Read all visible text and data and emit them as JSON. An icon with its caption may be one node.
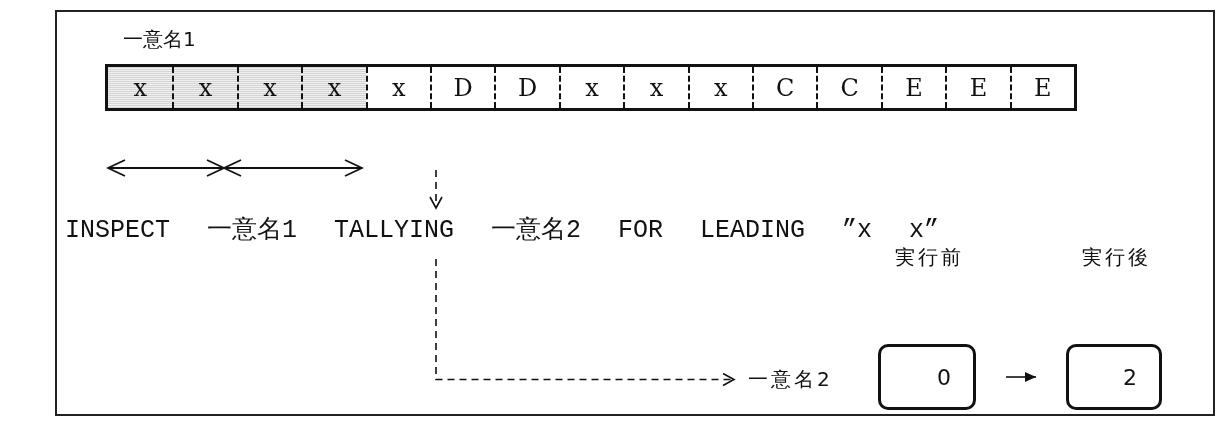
{
  "diagram": {
    "nodes": [
      {
        "text": [
          "一意名1"
        ]
      },
      {
        "text": [
          "x"
        ],
        "in": 0
      },
      {
        "text": [
          "x"
        ],
        "in": 0
      },
      {
        "text": [
          "x"
        ],
        "in": 0
      },
      {
        "text": [
          "x"
        ],
        "in": 0
      },
      {
        "text": [
          "x"
        ],
        "in": 0
      },
      {
        "text": [
          "D"
        ],
        "in": 0
      },
      {
        "text": [
          "D"
        ],
        "in": 0
      },
      {
        "text": [
          "x"
        ],
        "in": 0
      },
      {
        "text": [
          "x"
        ],
        "in": 0
      },
      {
        "text": [
          "x"
        ],
        "in": 0
      },
      {
        "text": [
          "C"
        ],
        "in": 0
      },
      {
        "text": [
          "C"
        ],
        "in": 0
      },
      {
        "text": [
          "E"
        ],
        "in": 0
      },
      {
        "text": [
          "E"
        ],
        "in": 0
      },
      {
        "text": [
          "E"
        ],
        "in": 0
      },
      {
        "text": [
          "INSPECT 一意名1 TALLYING 一意名2 FOR LEADING ”x x”"
        ]
      },
      {
        "text": [
          "一意名2"
        ]
      },
      {
        "text": [
          "実行前",
          "0"
        ]
      },
      {
        "text": [
          "実行後",
          "2"
        ]
      }
    ],
    "edges": [
      {
        "from": null,
        "to": 16,
        "arrow": "to",
        "style": "dashed"
      },
      {
        "from": 16,
        "to": 17,
        "arrow": "to",
        "style": "dashed"
      },
      {
        "from": 18,
        "to": 19,
        "arrow": "to"
      }
    ]
  }
}
